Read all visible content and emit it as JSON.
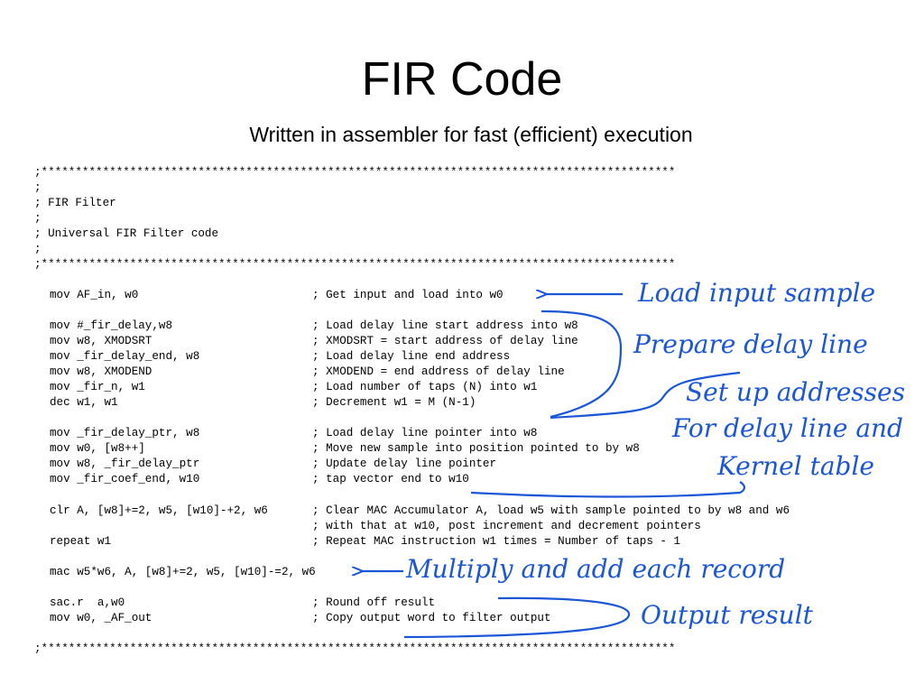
{
  "slide": {
    "title": "FIR Code",
    "subtitle": "Written in assembler for fast (efficient) execution"
  },
  "header_lines": [
    ";*********************************************************************************************",
    ";",
    "; FIR Filter",
    ";",
    "; Universal FIR Filter code",
    ";",
    ";*********************************************************************************************"
  ],
  "footer_line": ";*********************************************************************************************",
  "code_lines": [
    {
      "instr": "mov AF_in, w0",
      "comment": "; Get input and load into w0"
    },
    {
      "instr": "mov #_fir_delay,w8",
      "comment": "; Load delay line start address into w8"
    },
    {
      "instr": "mov w8, XMODSRT",
      "comment": "; XMODSRT = start address of delay line"
    },
    {
      "instr": "mov _fir_delay_end, w8",
      "comment": "; Load delay line end address"
    },
    {
      "instr": "mov w8, XMODEND",
      "comment": "; XMODEND = end address of delay line"
    },
    {
      "instr": "mov _fir_n, w1",
      "comment": "; Load number of taps (N) into w1"
    },
    {
      "instr": "dec w1, w1",
      "comment": "; Decrement w1 = M (N-1)"
    },
    {
      "instr": "mov _fir_delay_ptr, w8",
      "comment": "; Load delay line pointer into w8"
    },
    {
      "instr": "mov w0, [w8++]",
      "comment": "; Move new sample into position pointed to by w8"
    },
    {
      "instr": "mov w8, _fir_delay_ptr",
      "comment": "; Update delay line pointer"
    },
    {
      "instr": "mov _fir_coef_end, w10",
      "comment": "; tap vector end to w10"
    },
    {
      "instr": "clr A, [w8]+=2, w5, [w10]-+2, w6",
      "comment": "; Clear MAC Accumulator A, load w5 with sample pointed to by w8 and w6"
    },
    {
      "instr": "",
      "comment": "; with that at w10, post increment and decrement pointers"
    },
    {
      "instr": "repeat w1",
      "comment": "; Repeat MAC instruction w1 times = Number of taps - 1"
    },
    {
      "instr": "mac w5*w6, A, [w8]+=2, w5, [w10]-=2, w6",
      "comment": ""
    },
    {
      "instr": "sac.r  a,w0",
      "comment": "; Round off result"
    },
    {
      "instr": "mov w0, _AF_out",
      "comment": "; Copy output word to filter output"
    }
  ],
  "annotations": {
    "load_input": "Load input sample",
    "prepare_delay": "Prepare delay line",
    "setup_line1": "Set up addresses",
    "setup_line2": "For delay line and",
    "setup_line3": "Kernel table",
    "multiply_add": "Multiply and add  each record",
    "output_result": "Output result",
    "ink_color": "#1a56d6"
  }
}
